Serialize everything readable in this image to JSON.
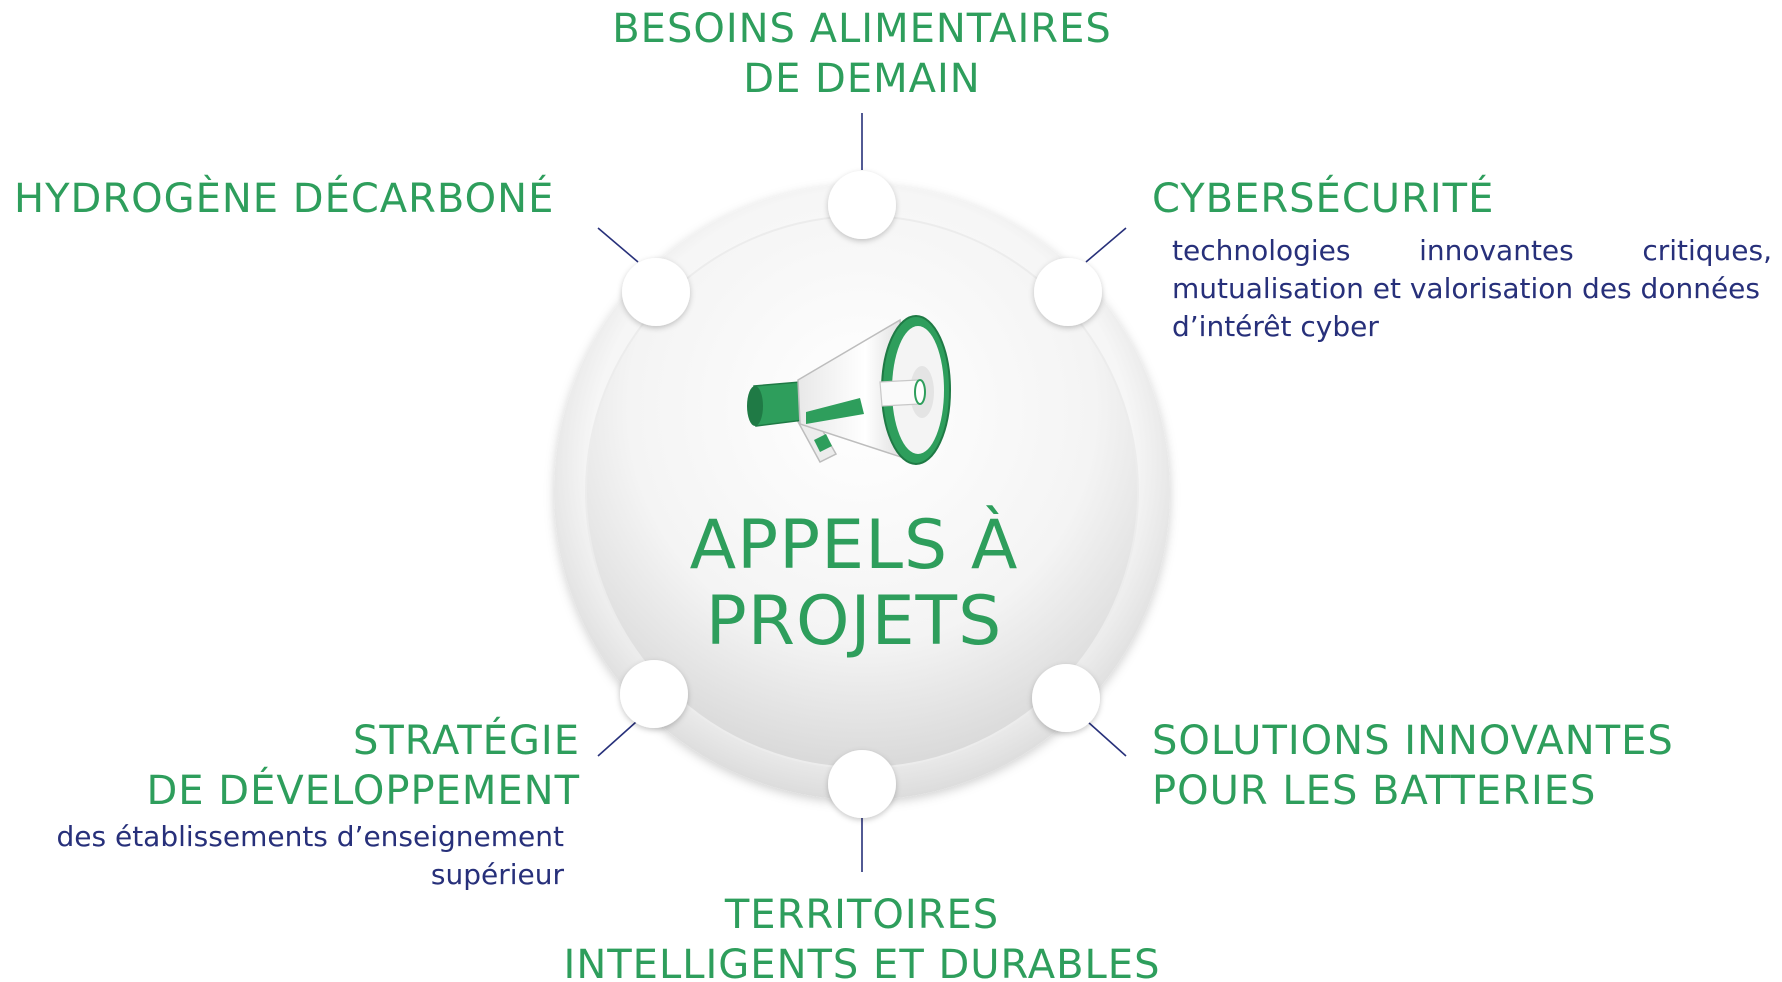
{
  "hub": {
    "title_line1": "APPELS À",
    "title_line2": "PROJETS",
    "icon": "megaphone-icon",
    "colors": {
      "accent_green": "#2e9e5c",
      "description_navy": "#27307a",
      "connector_line": "#27307a"
    }
  },
  "topics": {
    "besoins": {
      "line1": "BESOINS ALIMENTAIRES",
      "line2": "DE DEMAIN"
    },
    "hydrogene": {
      "line1": "HYDROGÈNE DÉCARBONÉ"
    },
    "cyber": {
      "line1": "CYBERSÉCURITÉ",
      "desc1": "technologies innovantes critiques,",
      "desc2": "mutualisation et valorisation des données",
      "desc3": "d’intérêt cyber"
    },
    "strategie": {
      "line1": "STRATÉGIE",
      "line2": "DE DÉVELOPPEMENT",
      "desc1": "des établissements d’enseignement",
      "desc2": "supérieur"
    },
    "batteries": {
      "line1": "SOLUTIONS INNOVANTES",
      "line2": "POUR LES BATTERIES"
    },
    "territoires": {
      "line1": "TERRITOIRES",
      "line2": "INTELLIGENTS ET DURABLES"
    }
  }
}
